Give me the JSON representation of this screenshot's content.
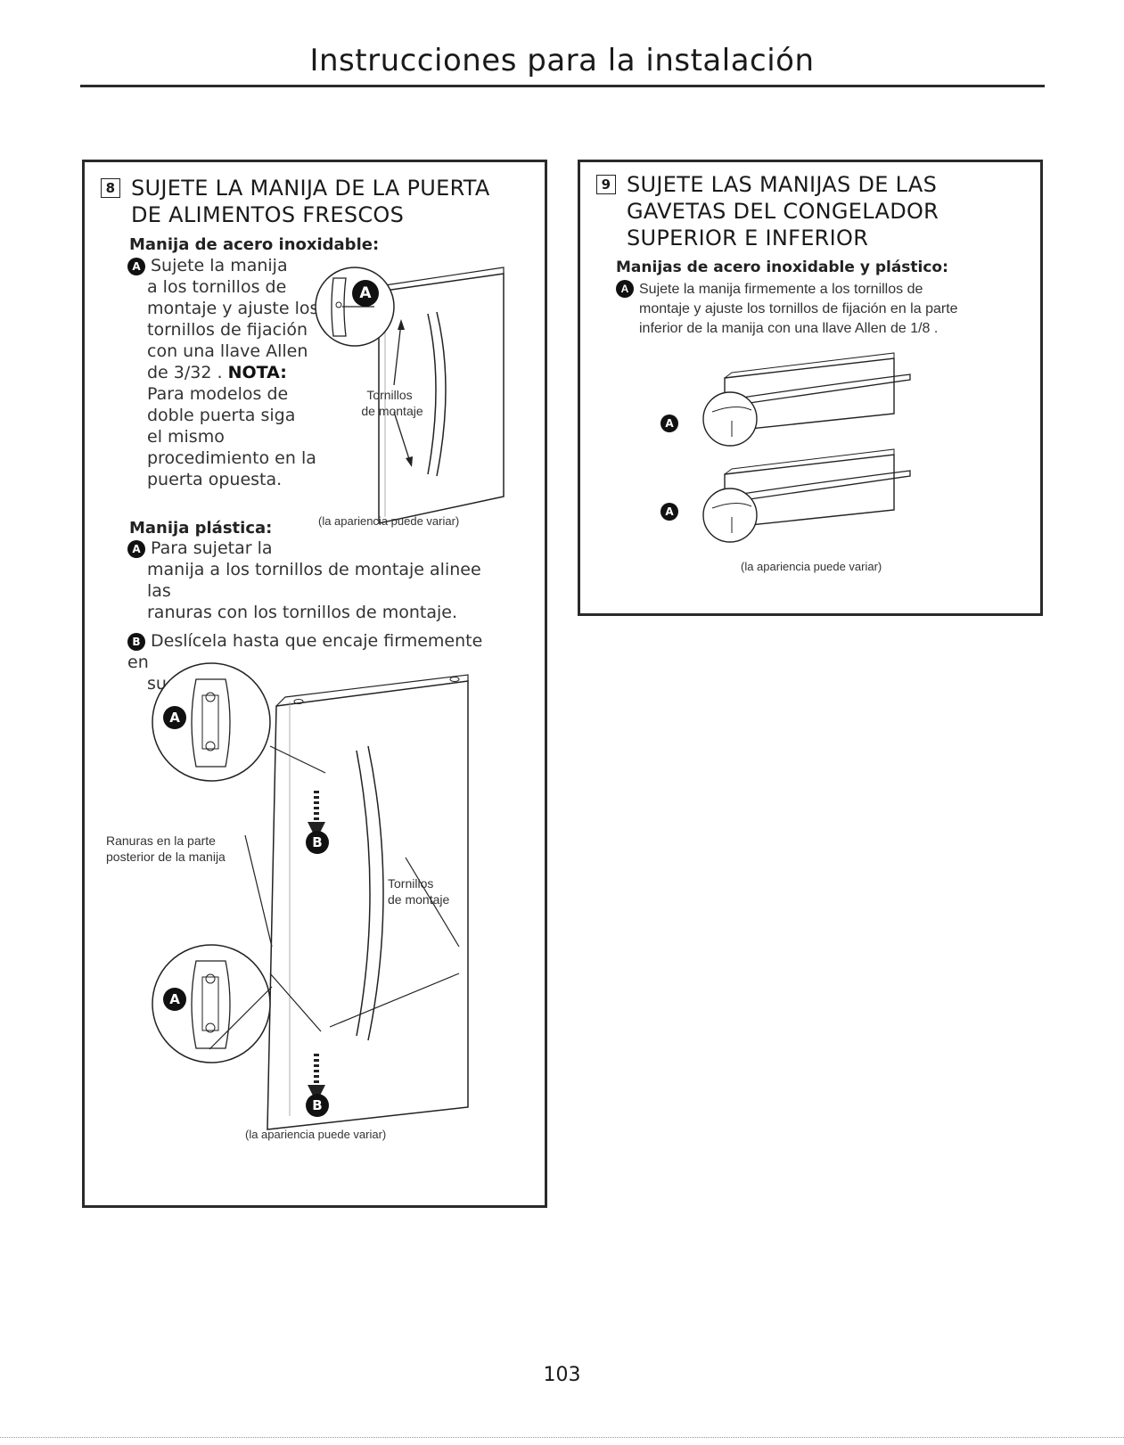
{
  "page": {
    "title": "Instrucciones para la instalación",
    "page_number": "103"
  },
  "step8": {
    "number": "8",
    "heading_line1": "SUJETE LA MANIJA DE LA PUERTA",
    "heading_line2": "DE ALIMENTOS FRESCOS",
    "stainless": {
      "subheading": "Manija de acero inoxidable:",
      "badge": "A",
      "lines": [
        "Sujete la manija",
        "a los tornillos de",
        "montaje y ajuste los",
        "tornillos de fijación",
        "con una llave Allen",
        "de 3/32 ."
      ],
      "note_label": "NOTA:",
      "note_lines": [
        "Para modelos de",
        "doble puerta siga",
        "el mismo",
        "procedimiento en la",
        "puerta opuesta."
      ],
      "figure_label_line1": "Tornillos",
      "figure_label_line2": "de montaje",
      "figure_badge": "A",
      "caption": "(la apariencia puede variar)"
    },
    "plastic": {
      "subheading": "Manija plástica:",
      "badge_a": "A",
      "text_a_line1": "Para sujetar la",
      "text_a_line2": "manija a los tornillos de montaje alinee las",
      "text_a_line3": "ranuras con los tornillos de montaje.",
      "badge_b": "B",
      "text_b_line1": "Deslícela hasta que encaje firmemente en",
      "text_b_line2": "su lugar.",
      "label_slots_line1": "Ranuras en la parte",
      "label_slots_line2": "posterior de la manija",
      "label_screws_line1": "Tornillos",
      "label_screws_line2": "de montaje",
      "figure_badge_a": "A",
      "figure_badge_b": "B",
      "caption": "(la apariencia puede variar)"
    }
  },
  "step9": {
    "number": "9",
    "heading_line1": "SUJETE LAS MANIJAS DE LAS",
    "heading_line2": "GAVETAS DEL CONGELADOR",
    "heading_line3": "SUPERIOR E INFERIOR",
    "subheading": "Manijas de acero inoxidable y plástico:",
    "badge": "A",
    "text_line1": "Sujete la manija firmemente a los tornillos de",
    "text_line2": "montaje y ajuste los tornillos de fijación en la parte",
    "text_line3": "inferior de la manija con una llave Allen de 1/8 .",
    "figure_badge": "A",
    "caption": "(la apariencia puede variar)"
  }
}
